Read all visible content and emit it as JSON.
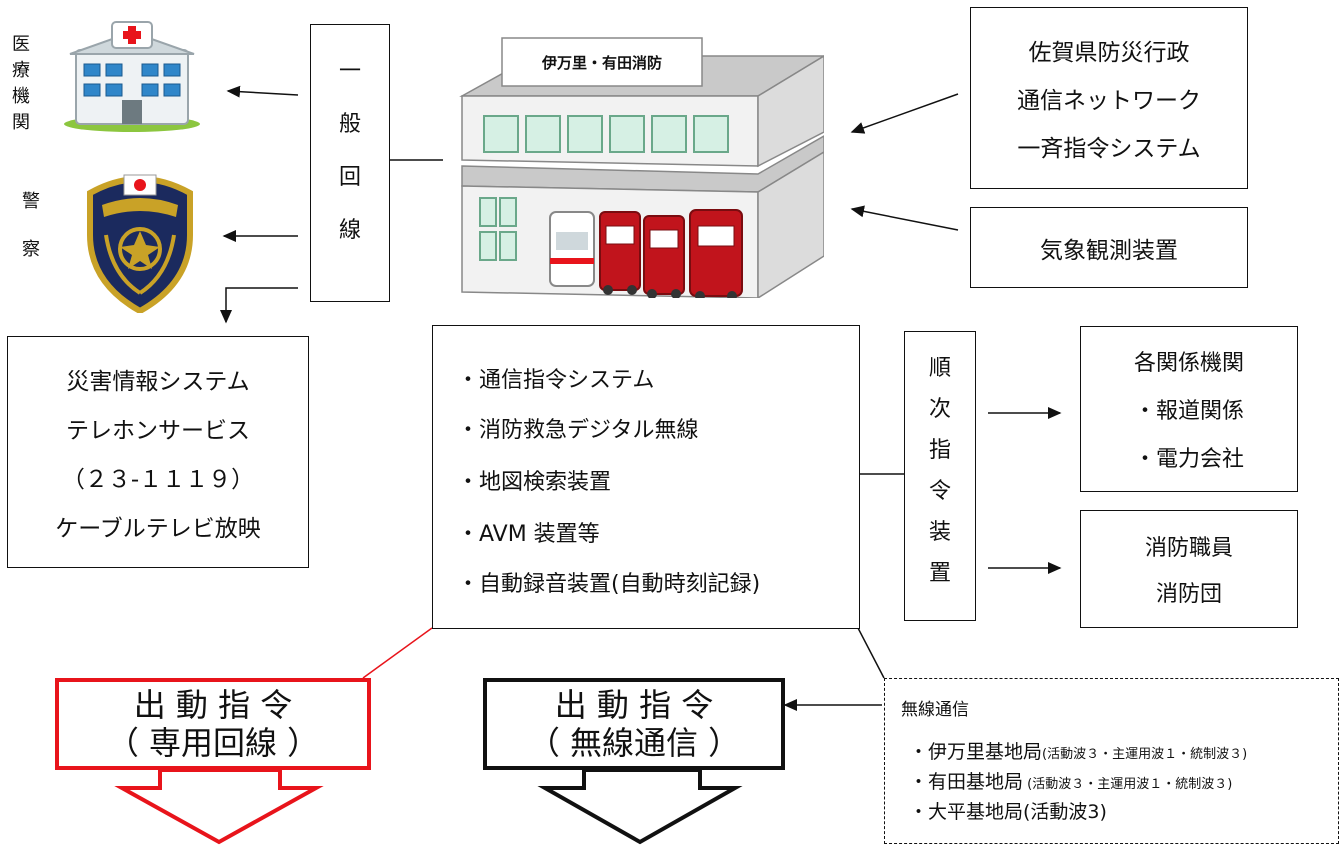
{
  "building": {
    "sign": "伊万里・有田消防"
  },
  "left_labels": {
    "medical": [
      "医",
      "療",
      "機",
      "関"
    ],
    "police": [
      "警",
      "察"
    ]
  },
  "general_line": [
    "一",
    "般",
    "回",
    "線"
  ],
  "saga_box": [
    "佐賀県防災行政",
    "通信ネットワーク",
    "一斉指令システム"
  ],
  "weather_box": "気象観測装置",
  "disaster_box": [
    "災害情報システム",
    "テレホンサービス",
    "（２３-１１１９）",
    "ケーブルテレビ放映"
  ],
  "center_box": {
    "items": [
      "・通信指令システム",
      "・消防救急デジタル無線",
      "・地図検索装置",
      "・AVM 装置等",
      "・自動録音装置(自動時刻記録)"
    ]
  },
  "sequential": [
    "順",
    "次",
    "指",
    "令",
    "装",
    "置"
  ],
  "agencies_box": {
    "title": "各関係機関",
    "items": [
      "・報道関係",
      "・電力会社"
    ]
  },
  "staff_box": [
    "消防職員",
    "消防団"
  ],
  "dispatch_dedicated": {
    "line1": "出 動 指 令",
    "line2": "（ 専用回線 ）"
  },
  "dispatch_radio": {
    "line1": "出 動 指 令",
    "line2": "（ 無線通信 ）"
  },
  "radio_box": {
    "title": "無線通信",
    "items": [
      {
        "name": "・伊万里基地局",
        "detail": "(活動波３・主運用波１・統制波３)"
      },
      {
        "name": "・有田基地局",
        "detail": " (活動波３・主運用波１・統制波３)"
      },
      {
        "name": "・大平基地局(活動波3)",
        "detail": ""
      }
    ]
  },
  "colors": {
    "red": "#e8141b",
    "line": "#111111",
    "roof": "#c9c9c9",
    "hospital_roof": "#8cc63f"
  }
}
